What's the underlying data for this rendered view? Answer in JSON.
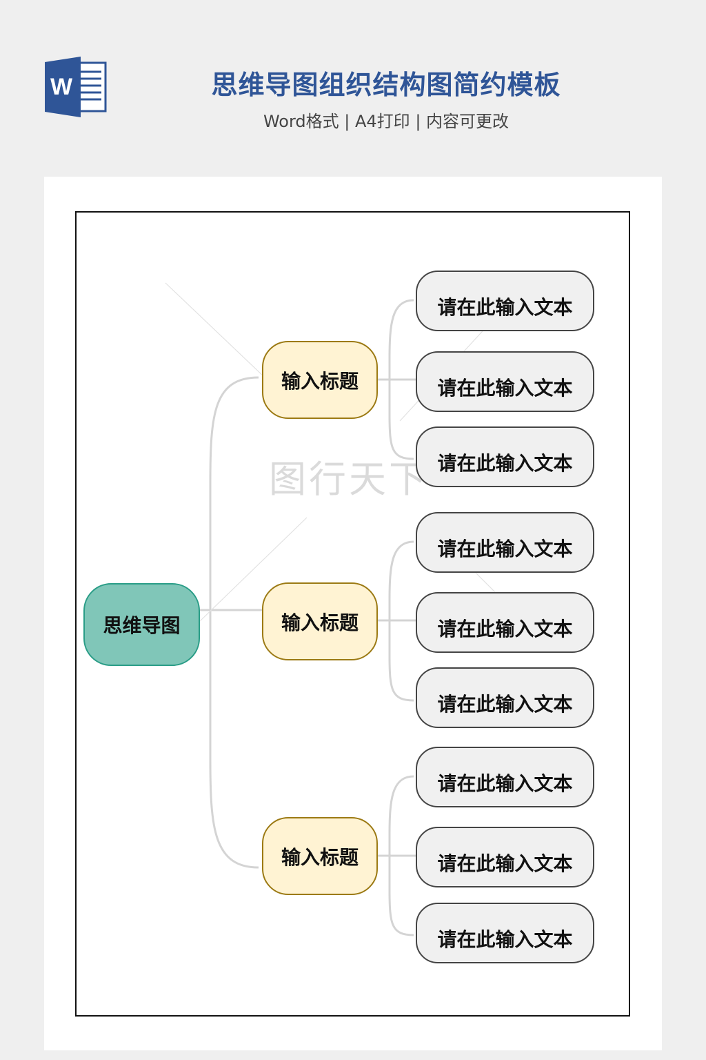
{
  "header": {
    "title": "思维导图组织结构图简约模板",
    "subtitle": "Word格式 | A4打印 | 内容可更改",
    "logo_letter": "W"
  },
  "watermark": "图行天下",
  "colors": {
    "title": "#2f5597",
    "root_fill": "#80c6b8",
    "branch_fill": "#fff3d3",
    "leaf_fill": "#f0f0f0"
  },
  "mindmap": {
    "root": "思维导图",
    "branches": [
      {
        "label": "输入标题",
        "leaves": [
          "请在此输入文本",
          "请在此输入文本",
          "请在此输入文本"
        ]
      },
      {
        "label": "输入标题",
        "leaves": [
          "请在此输入文本",
          "请在此输入文本",
          "请在此输入文本"
        ]
      },
      {
        "label": "输入标题",
        "leaves": [
          "请在此输入文本",
          "请在此输入文本",
          "请在此输入文本"
        ]
      }
    ]
  }
}
